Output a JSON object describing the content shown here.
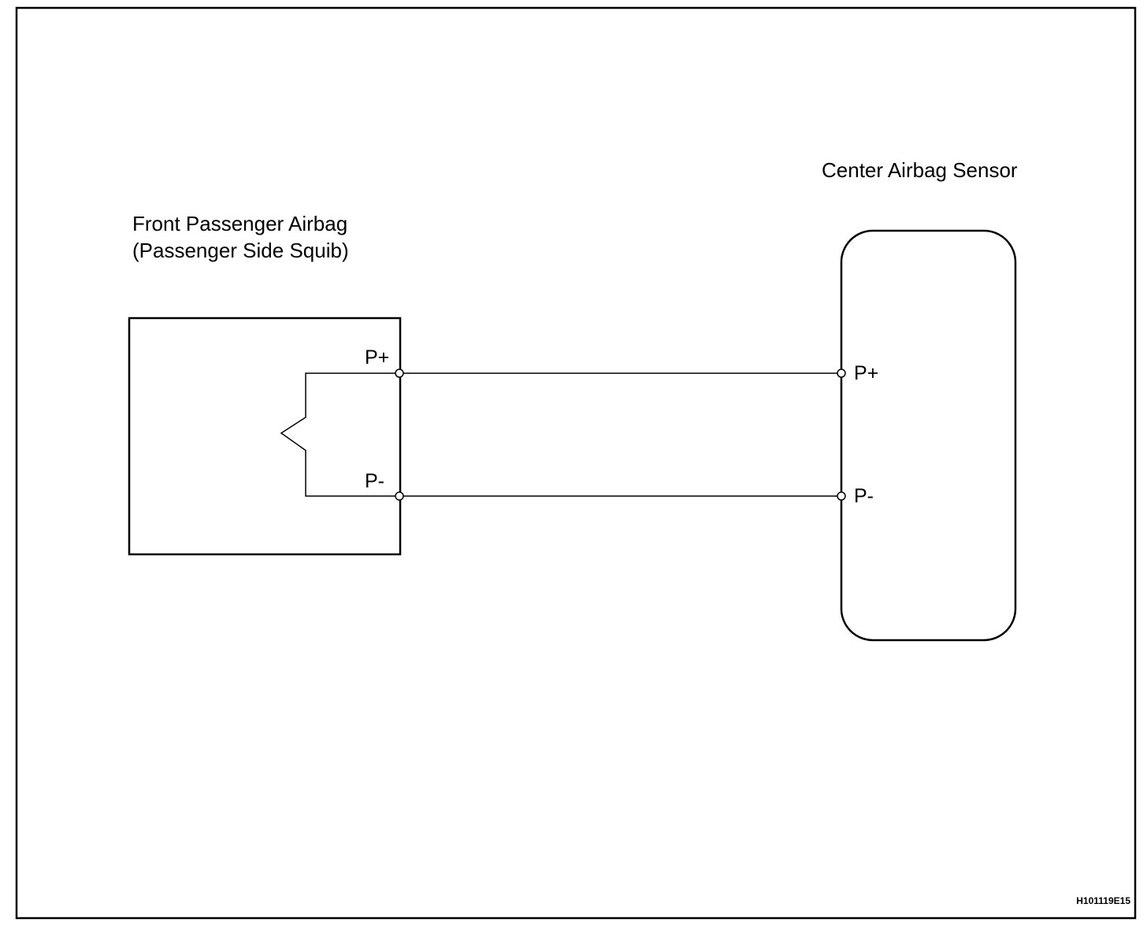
{
  "airbag": {
    "title_line1": "Front Passenger Airbag",
    "title_line2": "(Passenger Side Squib)",
    "pin_plus": "P+",
    "pin_minus": "P-"
  },
  "sensor": {
    "title": "Center Airbag Sensor",
    "pin_plus": "P+",
    "pin_minus": "P-"
  },
  "figure_code": "H101119E15"
}
